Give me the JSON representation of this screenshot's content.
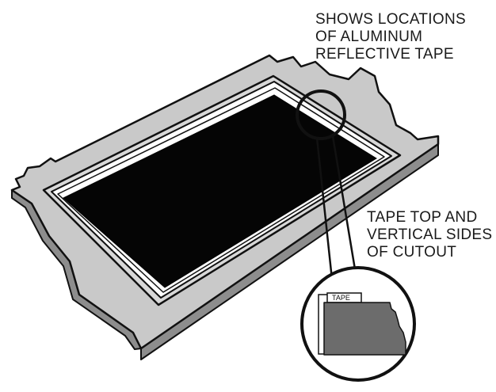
{
  "callouts": {
    "tape_locations": [
      "SHOWS LOCATIONS",
      "OF ALUMINUM",
      "REFLECTIVE TAPE"
    ],
    "tape_sides": [
      "TAPE TOP AND",
      "VERTICAL SIDES",
      "OF CUTOUT"
    ]
  },
  "inset": {
    "tape_label": "TAPE"
  },
  "colors": {
    "panel": "#c9c9c9",
    "panel_edge": "#8d8d8d",
    "opening": "#050505",
    "tape": "#ffffff",
    "inset_block": "#6c6c6c",
    "outline": "#111111"
  }
}
